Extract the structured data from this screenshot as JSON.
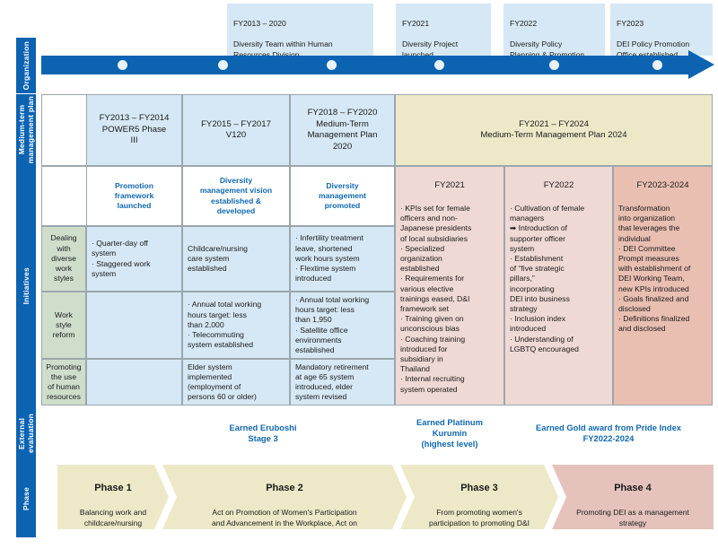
{
  "sidebar": {
    "organization": "Organization",
    "medium_term": "Medium-term\nmanagement plan",
    "initiatives": "Initiatives",
    "external_evaluation": "External\nevaluation",
    "phase": "Phase"
  },
  "timeline": {
    "boxes": [
      {
        "title": "FY2013 – 2020",
        "body": "Diversity Team within Human\nResources Division"
      },
      {
        "title": "FY2021",
        "body": "Diversity Project\nlaunched"
      },
      {
        "title": "FY2022",
        "body": "Diversity Policy\nPlanning & Promotion\nOffice established"
      },
      {
        "title": "FY2023",
        "body": "DEI Policy Promotion\nOffice established"
      }
    ],
    "dot_count": 6
  },
  "plans": [
    {
      "label": "FY2013 – FY2014\nPOWER5 Phase\nIII"
    },
    {
      "label": "FY2015 – FY2017\nV120"
    },
    {
      "label": "FY2018 – FY2020\nMedium-Term\nManagement Plan\n2020"
    },
    {
      "label": "FY2021 – FY2024\nMedium-Term Management Plan 2024"
    }
  ],
  "highlights": [
    "Promotion\nframework\nlaunched",
    "Diversity\nmanagement vision\nestablished &\ndeveloped",
    "Diversity\nmanagement\npromoted"
  ],
  "recent": [
    {
      "year": "FY2021",
      "body": "· KPIs set for female\n  officers and non-\n  Japanese presidents\n  of local subsidiaries\n· Specialized\n  organization\n  established\n· Requirements for\n  various elective\n  trainings eased, D&I\n  framework set\n· Training given on\n  unconscious bias\n· Coaching training\n  introduced for\n  subsidiary in\n  Thailand\n· Internal recruiting\n  system operated"
    },
    {
      "year": "FY2022",
      "body": "· Cultivation of female\n  managers\n  ➡ Introduction of\n  supporter officer\n  system\n· Establishment\n  of “five strategic\n  pillars,”\n  incorporating\n  DEI into business\n  strategy\n· Inclusion index\n  introduced\n· Understanding of\n  LGBTQ encouraged"
    },
    {
      "year": "FY2023-2024",
      "body": "Transformation\ninto organization\nthat leverages the\nindividual\n· DEI Committee\nPrompt measures\nwith establishment of\nDEI Working Team,\nnew KPIs introduced\n· Goals finalized and\n  disclosed\n· Definitions finalized\n  and disclosed"
    }
  ],
  "initiatives": {
    "rows": [
      {
        "label": "Dealing\nwith\ndiverse\nwork\nstyles",
        "cells": [
          "· Quarter-day off\n  system\n· Staggered work\n  system",
          "Childcare/nursing\ncare system\nestablished",
          "· Infertility treatment\n  leave, shortened\n  work hours system\n· Flextime system\n  introduced"
        ]
      },
      {
        "label": "Work style\nreform",
        "cells": [
          "",
          "· Annual total working\n  hours target: less\n  than 2,000\n· Telecommuting\n  system established",
          "· Annual total working\n  hours target: less\n  than 1,950\n· Satellite office\n  environments\n  established"
        ]
      },
      {
        "label": "Promoting\nthe use\nof human\nresources",
        "cells": [
          "",
          "Elder system\nimplemented\n(employment of\npersons 60 or older)",
          "Mandatory retirement\nat age 65 system\nintroduced, elder\nsystem revised"
        ]
      }
    ]
  },
  "evaluations": [
    "Earned Eruboshi\nStage 3",
    "Earned Platinum\nKurumin\n(highest level)",
    "Earned Gold award from Pride Index\nFY2022-2024"
  ],
  "phases": [
    {
      "title": "Phase 1",
      "body": "Balancing work and\nchildcare/nursing\ncare"
    },
    {
      "title": "Phase 2",
      "body": "Act on Promotion of Women's Participation\nand Advancement in the Workplace, Act on\nAdvancement of Measures to Support Raising\nNext-Generation Children, Act on Stabilization\nof Employment of Elderly Persons"
    },
    {
      "title": "Phase 3",
      "body": "From promoting women's\nparticipation to promoting D&I"
    },
    {
      "title": "Phase 4",
      "body": "Promoting DEI as a management\nstrategy"
    }
  ],
  "colors": {
    "brand_blue": "#0B63B2",
    "light_blue": "#D6E8F5",
    "green": "#CFDECB",
    "cream": "#EDE9C8",
    "pink": "#EFD9D4",
    "pink_dark": "#E9BFB2",
    "text_blue": "#1068B0"
  }
}
